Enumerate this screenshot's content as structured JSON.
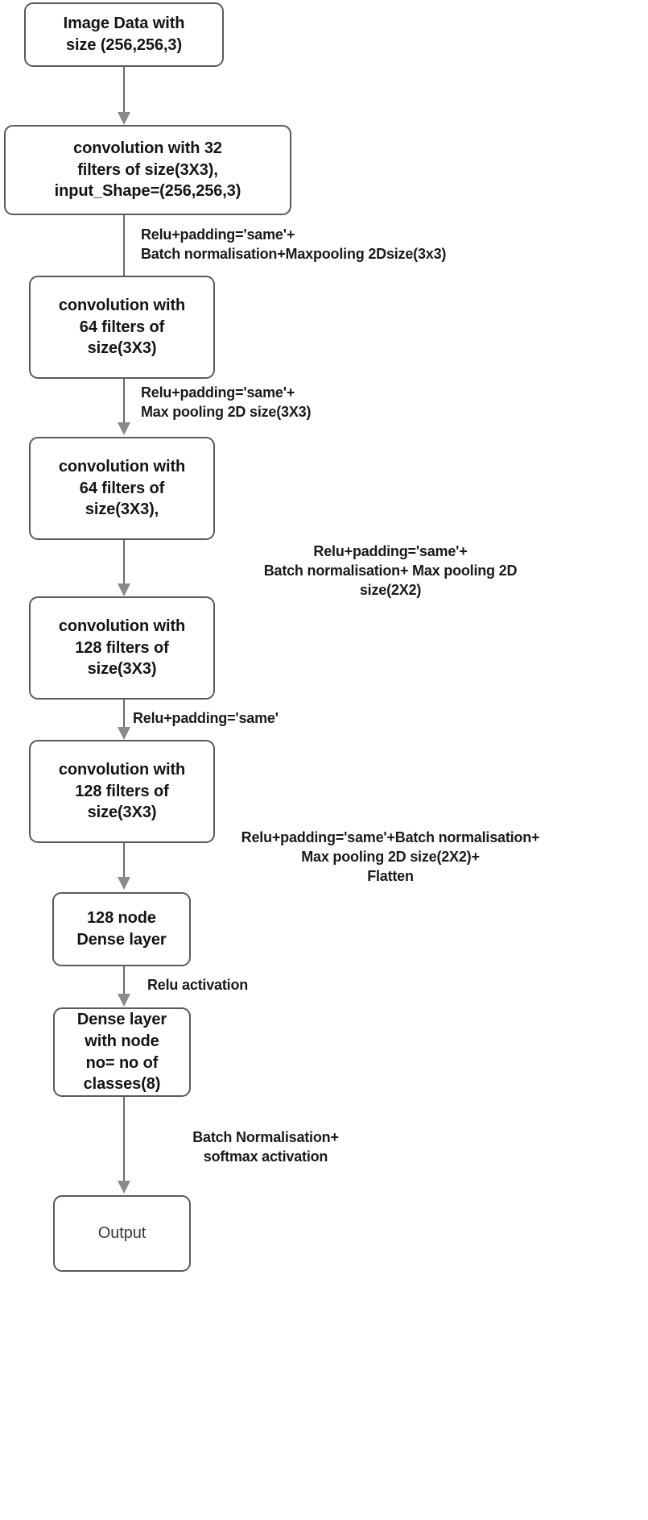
{
  "diagram": {
    "title": "CNN model architecture flowchart",
    "colors": {
      "box_border": "#5a5a5a",
      "arrow": "#6a6a6a",
      "arrowhead": "#8a8a8a",
      "text": "#141414",
      "background": "#ffffff"
    },
    "nodes": [
      {
        "id": "input",
        "label": "Image Data with\nsize (256,256,3)"
      },
      {
        "id": "conv32",
        "label": "convolution with 32\nfilters of size(3X3),\ninput_Shape=(256,256,3)"
      },
      {
        "id": "conv64a",
        "label": "convolution with\n64 filters of\nsize(3X3)"
      },
      {
        "id": "conv64b",
        "label": "convolution with\n64 filters of\nsize(3X3),"
      },
      {
        "id": "conv128a",
        "label": "convolution with\n128 filters of\nsize(3X3)"
      },
      {
        "id": "conv128b",
        "label": "convolution with\n128 filters of\nsize(3X3)"
      },
      {
        "id": "dense128",
        "label": "128 node\nDense layer"
      },
      {
        "id": "denseout",
        "label": "Dense layer\nwith node\nno= no of\nclasses(8)"
      },
      {
        "id": "output",
        "label": "Output"
      }
    ],
    "edges": [
      {
        "id": "e1",
        "from": "input",
        "to": "conv32",
        "label": ""
      },
      {
        "id": "e2",
        "from": "conv32",
        "to": "conv64a",
        "label": "Relu+padding='same'+\nBatch normalisation+Maxpooling 2Dsize(3x3)"
      },
      {
        "id": "e3",
        "from": "conv64a",
        "to": "conv64b",
        "label": "Relu+padding='same'+\nMax pooling 2D size(3X3)"
      },
      {
        "id": "e4",
        "from": "conv64b",
        "to": "conv128a",
        "label": "Relu+padding='same'+\nBatch normalisation+ Max pooling 2D\nsize(2X2)"
      },
      {
        "id": "e5",
        "from": "conv128a",
        "to": "conv128b",
        "label": "Relu+padding='same'"
      },
      {
        "id": "e6",
        "from": "conv128b",
        "to": "dense128",
        "label": "Relu+padding='same'+Batch normalisation+\nMax pooling 2D size(2X2)+\nFlatten"
      },
      {
        "id": "e7",
        "from": "dense128",
        "to": "denseout",
        "label": "Relu activation"
      },
      {
        "id": "e8",
        "from": "denseout",
        "to": "output",
        "label": "Batch Normalisation+\nsoftmax activation"
      }
    ]
  }
}
